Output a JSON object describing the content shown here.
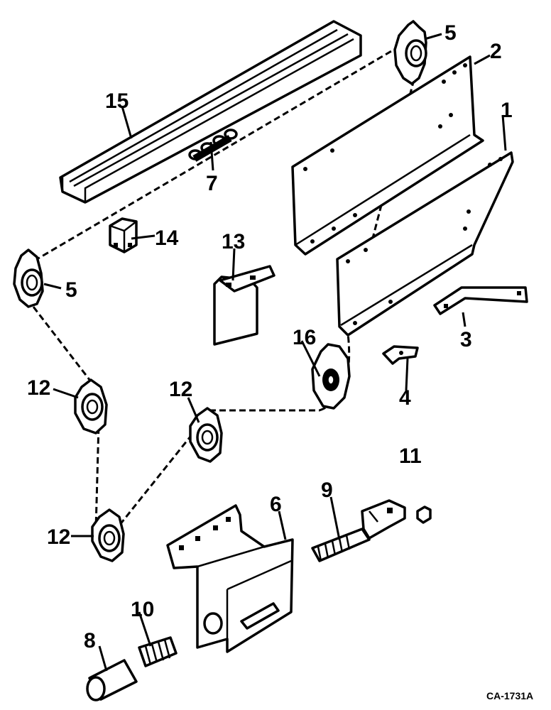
{
  "drawing_code": "CA-1731A",
  "parts": [
    {
      "number": "1",
      "name": "plate-right"
    },
    {
      "number": "2",
      "name": "plate-left"
    },
    {
      "number": "3",
      "name": "bracket-strap"
    },
    {
      "number": "4",
      "name": "small-bracket"
    },
    {
      "number": "5",
      "name": "sprocket-idler"
    },
    {
      "number": "5",
      "name": "sprocket-idler-top"
    },
    {
      "number": "6",
      "name": "tightener-bracket"
    },
    {
      "number": "7",
      "name": "chain-link"
    },
    {
      "number": "8",
      "name": "adjusting-bolt"
    },
    {
      "number": "9",
      "name": "spring"
    },
    {
      "number": "10",
      "name": "sleeve"
    },
    {
      "number": "11",
      "name": "nut"
    },
    {
      "number": "12",
      "name": "idler-sprocket-upper-left"
    },
    {
      "number": "12",
      "name": "idler-sprocket-middle"
    },
    {
      "number": "12",
      "name": "idler-sprocket-lower"
    },
    {
      "number": "13",
      "name": "clip-bracket"
    },
    {
      "number": "14",
      "name": "clip"
    },
    {
      "number": "15",
      "name": "chain-guide-channel"
    },
    {
      "number": "16",
      "name": "drive-sprocket"
    }
  ]
}
